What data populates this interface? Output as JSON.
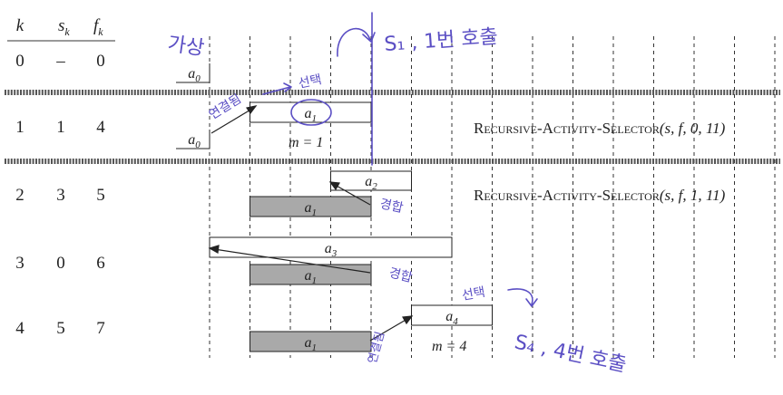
{
  "table": {
    "headers": {
      "k": "k",
      "s": "s",
      "s_sub": "k",
      "f": "f",
      "f_sub": "k"
    },
    "rows": [
      {
        "k": "0",
        "s": "–",
        "f": "0"
      },
      {
        "k": "1",
        "s": "1",
        "f": "4"
      },
      {
        "k": "2",
        "s": "3",
        "f": "5"
      },
      {
        "k": "3",
        "s": "0",
        "f": "6"
      },
      {
        "k": "4",
        "s": "5",
        "f": "7"
      }
    ]
  },
  "activities": {
    "a0_top": {
      "label": "a",
      "sub": "0",
      "start": 0,
      "finish": 0
    },
    "row1": [
      {
        "label": "a",
        "sub": "1",
        "start": 1,
        "finish": 4,
        "selected": false
      },
      {
        "label": "a",
        "sub": "0",
        "start": 0,
        "finish": 0,
        "selected": false
      }
    ],
    "row2": [
      {
        "label": "a",
        "sub": "2",
        "start": 3,
        "finish": 5,
        "selected": false
      },
      {
        "label": "a",
        "sub": "1",
        "start": 1,
        "finish": 4,
        "selected": true
      }
    ],
    "row3": [
      {
        "label": "a",
        "sub": "3",
        "start": 0,
        "finish": 6,
        "selected": false
      },
      {
        "label": "a",
        "sub": "1",
        "start": 1,
        "finish": 4,
        "selected": true
      }
    ],
    "row4": [
      {
        "label": "a",
        "sub": "4",
        "start": 5,
        "finish": 7,
        "selected": false
      },
      {
        "label": "a",
        "sub": "1",
        "start": 1,
        "finish": 4,
        "selected": true
      }
    ]
  },
  "m_labels": {
    "row1": "m = 1",
    "row4": "m = 4"
  },
  "calls": {
    "row1": {
      "name": "Recursive-Activity-Selector",
      "args": "(s, f, 0, 11)"
    },
    "row2": {
      "name": "Recursive-Activity-Selector",
      "args": "(s, f, 1, 11)"
    }
  },
  "annotations": {
    "virtual": "가상",
    "select1": "선택",
    "compare1": "연결됨",
    "s1_return": "S₁ , 1번 호출",
    "conflict2": "경합",
    "conflict3": "경합",
    "select4": "선택",
    "compare4": "연결됨",
    "s4_return": "S₄ , 4번 호출"
  },
  "colors": {
    "selected_fill": "#a9a9a9",
    "ink": "#5b4fc4",
    "separator": "#555555"
  },
  "timeline": {
    "min": 0,
    "max": 14
  }
}
